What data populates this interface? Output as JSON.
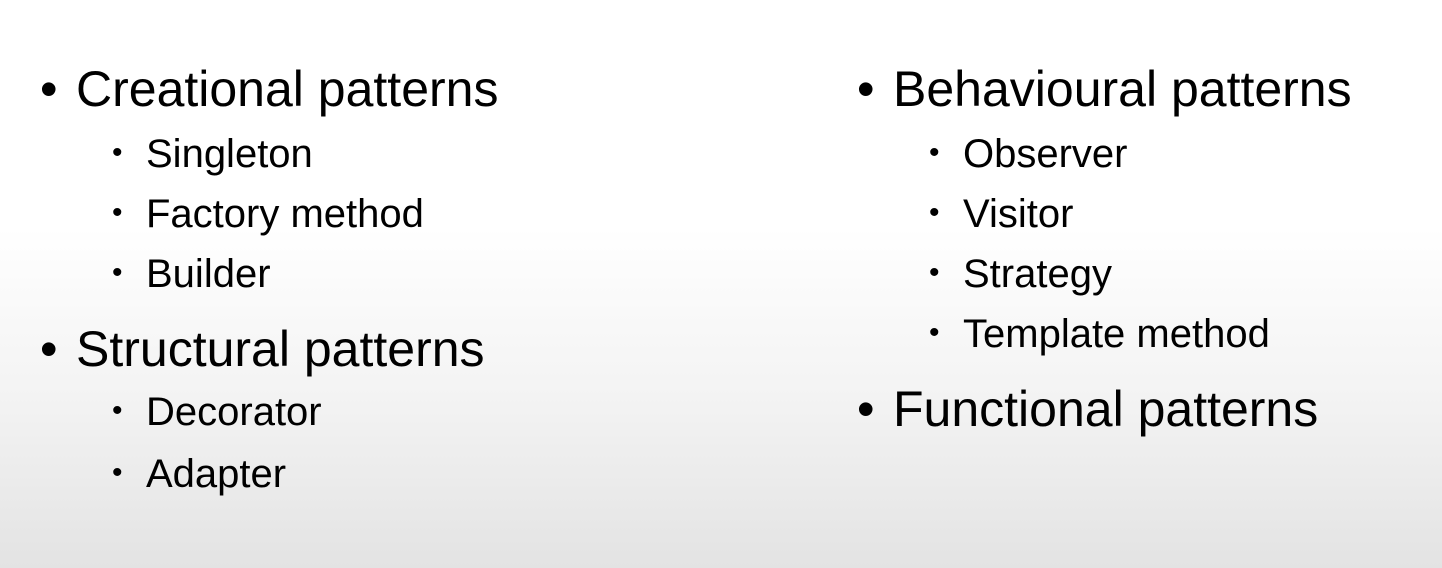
{
  "left_column": {
    "groups": [
      {
        "heading": "Creational patterns",
        "items": [
          "Singleton",
          "Factory method",
          "Builder"
        ]
      },
      {
        "heading": "Structural patterns",
        "items": [
          "Decorator",
          "Adapter"
        ]
      }
    ]
  },
  "right_column": {
    "groups": [
      {
        "heading": "Behavioural patterns",
        "items": [
          "Observer",
          "Visitor",
          "Strategy",
          "Template method"
        ]
      },
      {
        "heading": "Functional patterns",
        "items": []
      }
    ]
  },
  "bullet_char": "•"
}
